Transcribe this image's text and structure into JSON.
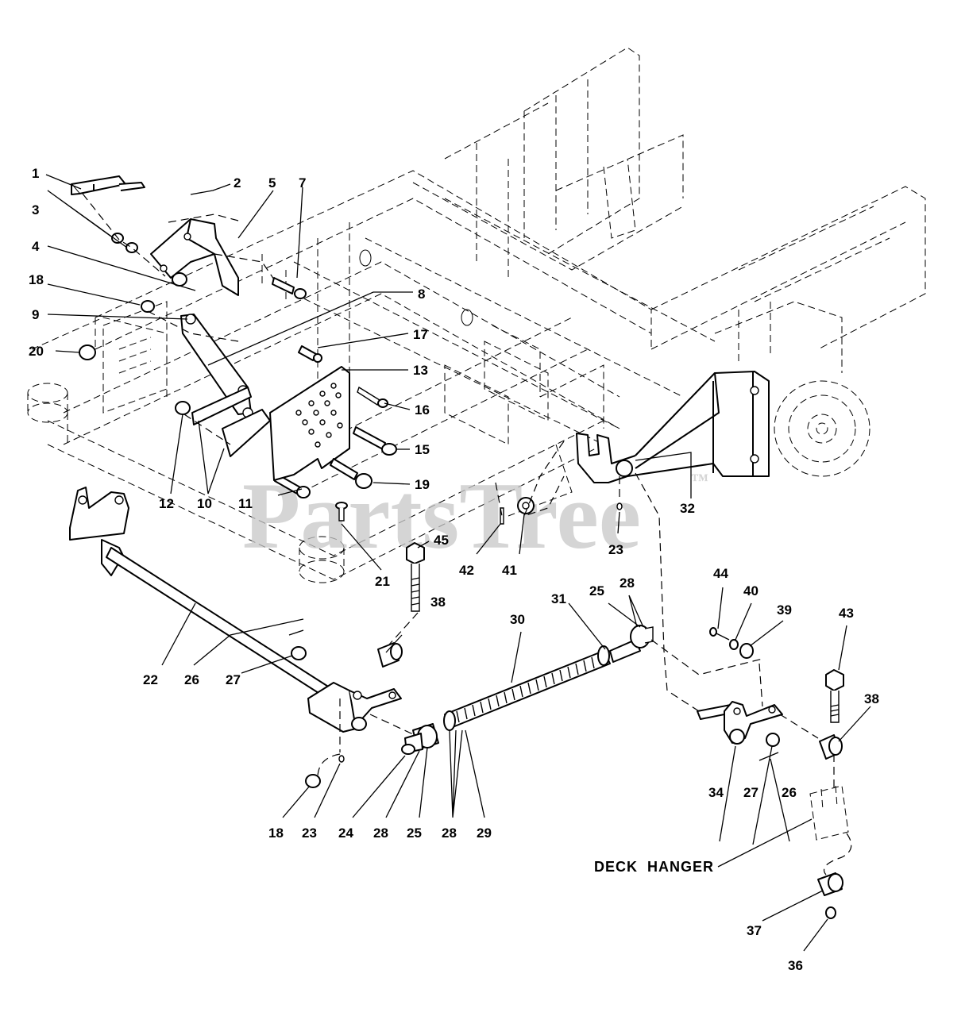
{
  "watermark": "PartsTree",
  "trademark": "™",
  "deck_hanger_label": "DECK  HANGER",
  "callouts": {
    "c1": "1",
    "c2": "2",
    "c3": "3",
    "c4": "4",
    "c5": "5",
    "c7": "7",
    "c8": "8",
    "c9": "9",
    "c10": "10",
    "c11": "11",
    "c12": "12",
    "c13": "13",
    "c15": "15",
    "c16": "16",
    "c17": "17",
    "c18a": "18",
    "c18b": "18",
    "c19": "19",
    "c20": "20",
    "c21": "21",
    "c22": "22",
    "c23a": "23",
    "c23b": "23",
    "c24": "24",
    "c25a": "25",
    "c25b": "25",
    "c26a": "26",
    "c26b": "26",
    "c27a": "27",
    "c27b": "27",
    "c28a": "28",
    "c28b": "28",
    "c28c": "28",
    "c29": "29",
    "c30": "30",
    "c31": "31",
    "c32": "32",
    "c34": "34",
    "c36": "36",
    "c37": "37",
    "c38a": "38",
    "c38b": "38",
    "c39": "39",
    "c40": "40",
    "c41": "41",
    "c42": "42",
    "c43": "43",
    "c44": "44",
    "c45": "45"
  }
}
